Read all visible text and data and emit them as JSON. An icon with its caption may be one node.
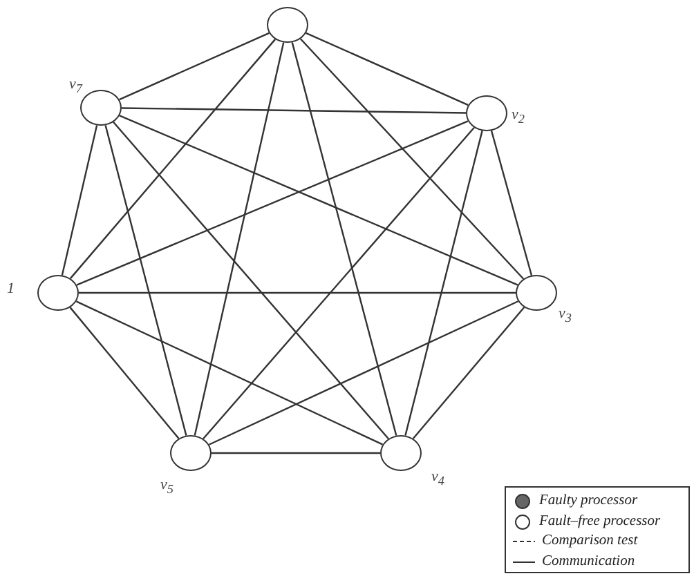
{
  "diagram": {
    "nodes": [
      {
        "text": [],
        "shape": "circle"
      },
      {
        "text": [],
        "shape": "circle",
        "beside": [
          "v$_{7}$"
        ]
      },
      {
        "text": [],
        "shape": "circle",
        "beside": [
          "v$_{2}$"
        ]
      },
      {
        "text": [],
        "shape": "circle",
        "beside": [
          "1"
        ]
      },
      {
        "text": [],
        "shape": "circle",
        "beside": [
          "v$_{3}$"
        ]
      },
      {
        "text": [],
        "shape": "circle",
        "beside": [
          "v$_{5}$"
        ]
      },
      {
        "text": [],
        "shape": "circle",
        "beside": [
          "v$_{4}$"
        ]
      }
    ],
    "edges": [
      {
        "from": 0,
        "to": 1,
        "arrow": "none"
      },
      {
        "from": 0,
        "to": 2,
        "arrow": "none"
      },
      {
        "from": 0,
        "to": 3,
        "arrow": "none"
      },
      {
        "from": 0,
        "to": 4,
        "arrow": "none"
      },
      {
        "from": 0,
        "to": 5,
        "arrow": "none"
      },
      {
        "from": 0,
        "to": 6,
        "arrow": "none"
      },
      {
        "from": 1,
        "to": 2,
        "arrow": "none"
      },
      {
        "from": 1,
        "to": 3,
        "arrow": "none"
      },
      {
        "from": 1,
        "to": 4,
        "arrow": "none"
      },
      {
        "from": 1,
        "to": 5,
        "arrow": "none"
      },
      {
        "from": 1,
        "to": 6,
        "arrow": "none"
      },
      {
        "from": 2,
        "to": 3,
        "arrow": "none"
      },
      {
        "from": 2,
        "to": 4,
        "arrow": "none"
      },
      {
        "from": 2,
        "to": 5,
        "arrow": "none"
      },
      {
        "from": 2,
        "to": 6,
        "arrow": "none"
      },
      {
        "from": 3,
        "to": 4,
        "arrow": "none"
      },
      {
        "from": 3,
        "to": 5,
        "arrow": "none"
      },
      {
        "from": 3,
        "to": 6,
        "arrow": "none"
      },
      {
        "from": 4,
        "to": 5,
        "arrow": "none"
      },
      {
        "from": 4,
        "to": 6,
        "arrow": "none"
      },
      {
        "from": 5,
        "to": 6,
        "arrow": "none"
      }
    ],
    "legend": [
      {
        "text": "Faulty processor"
      },
      {
        "text": "Fault–free processor"
      },
      {
        "text": "Comparison test"
      },
      {
        "text": "Communication"
      }
    ]
  }
}
